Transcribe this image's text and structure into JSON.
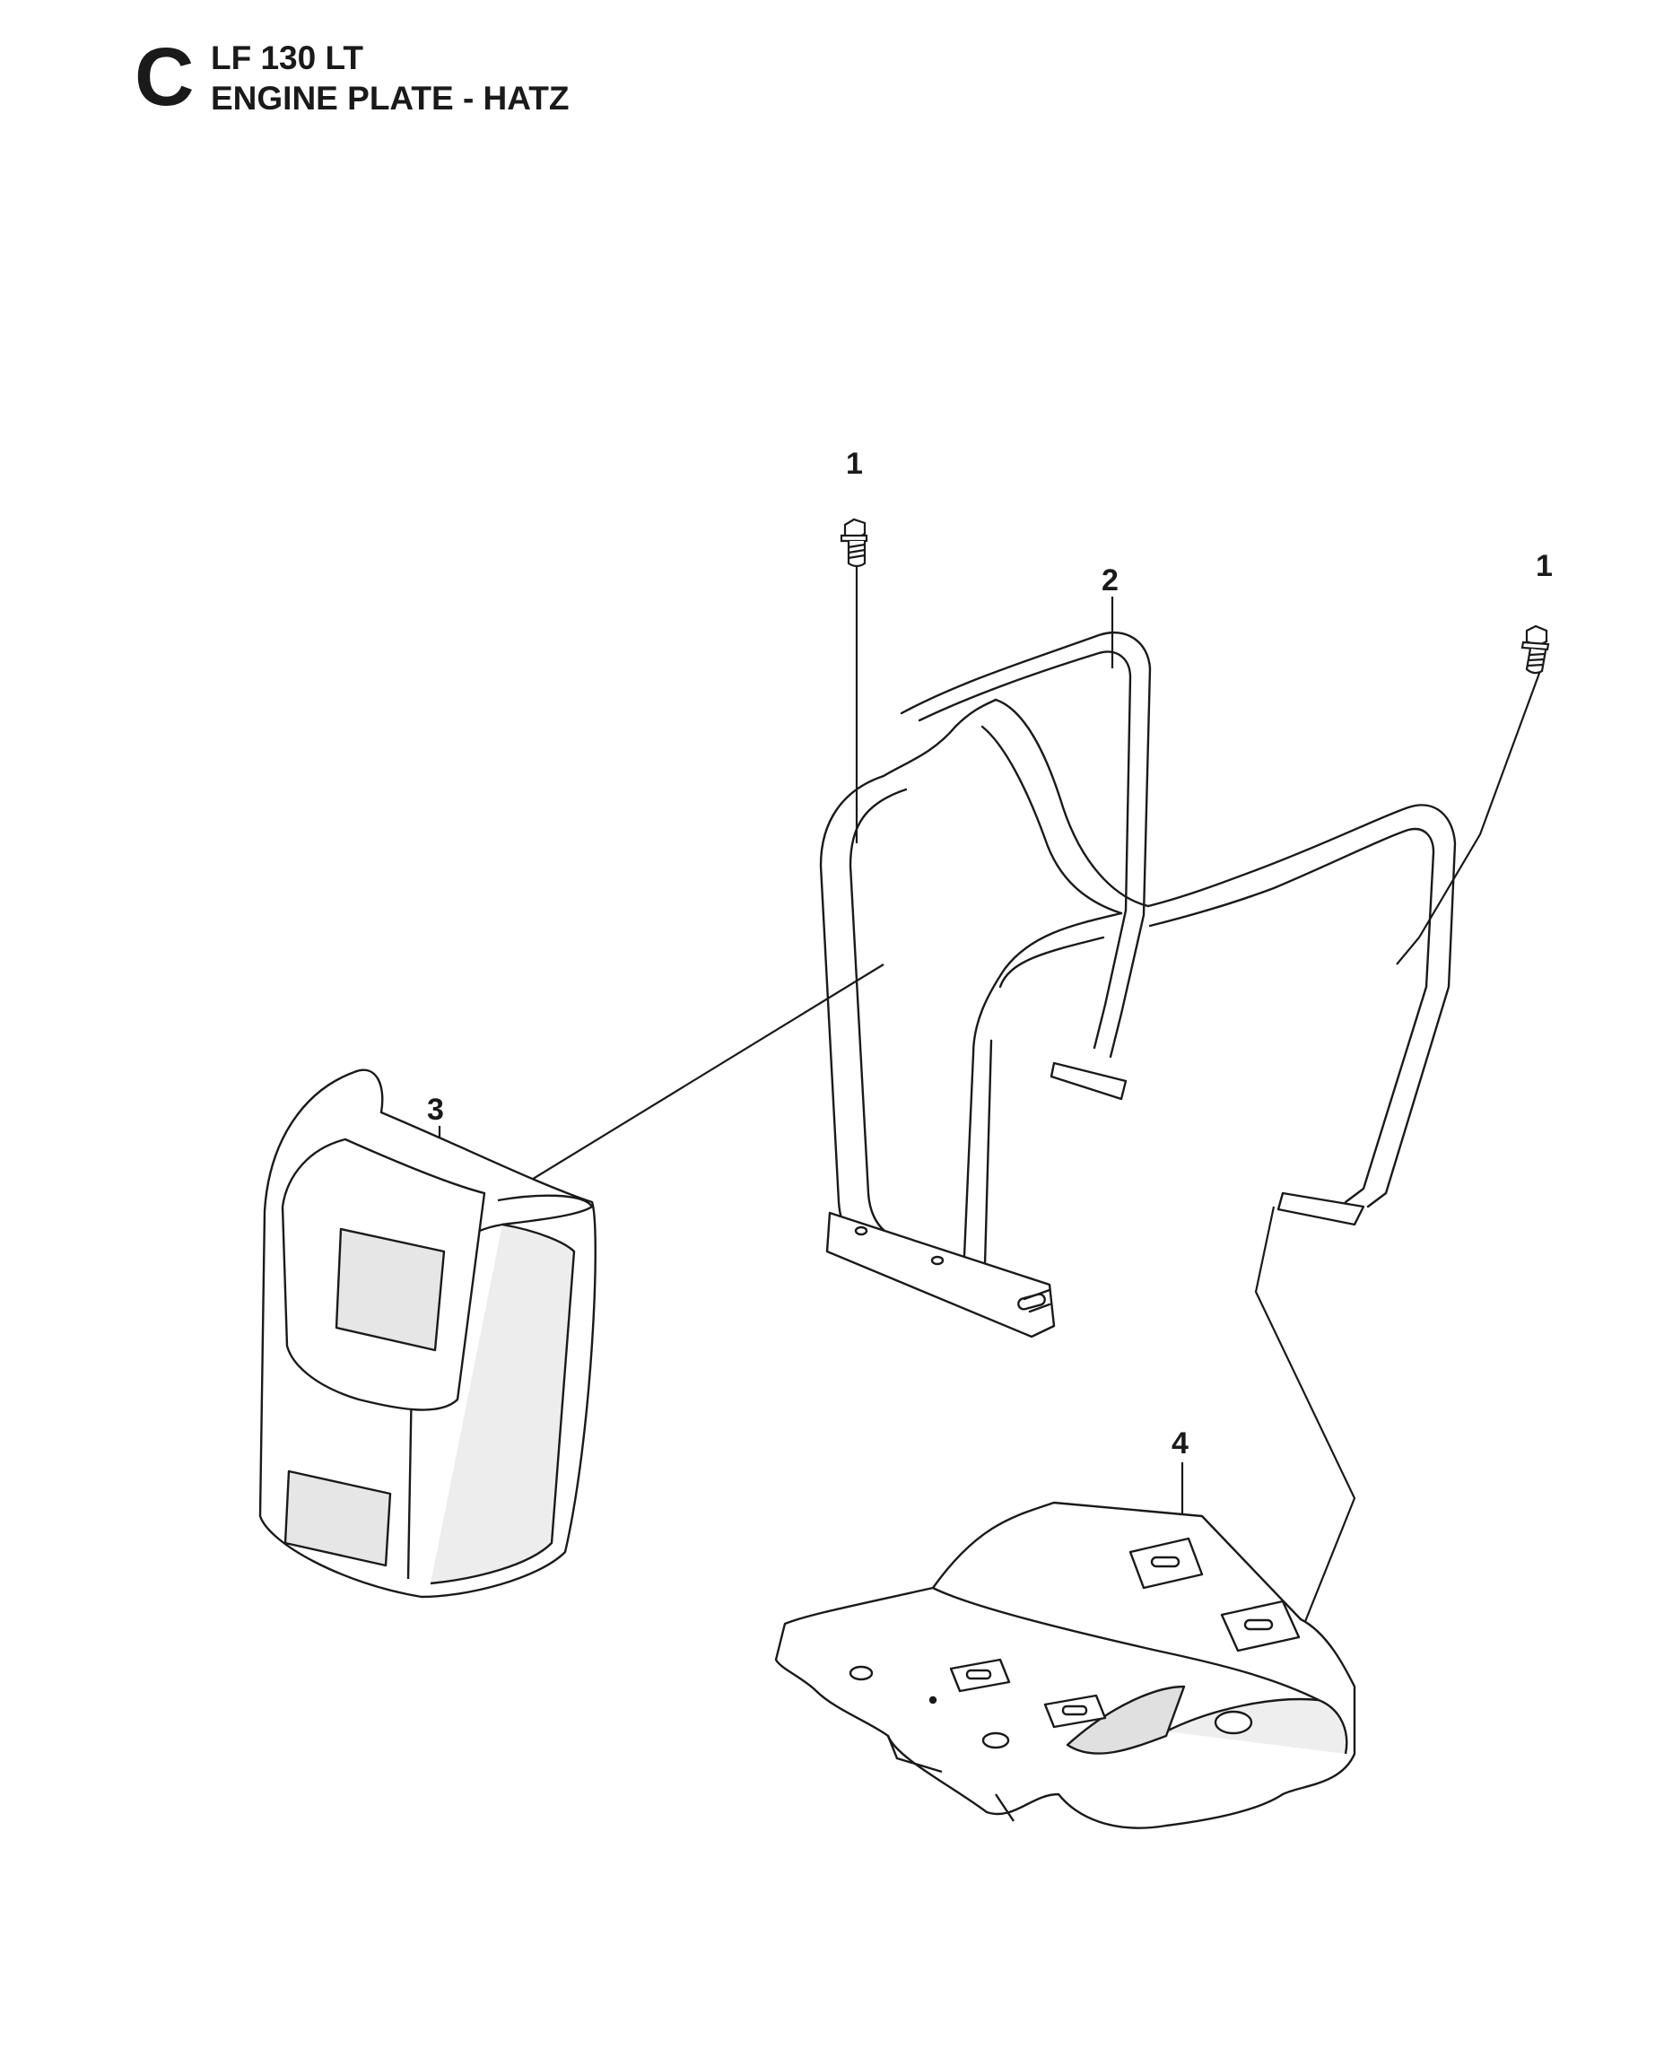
{
  "header": {
    "section_letter": "C",
    "model": "LF 130 LT",
    "title": "ENGINE PLATE - HATZ"
  },
  "callouts": {
    "bolt_left": "1",
    "bolt_right": "1",
    "handle_frame": "2",
    "cover": "3",
    "engine_plate": "4"
  },
  "colors": {
    "line": "#1a1a1a",
    "part_fill": "#ffffff",
    "shade": "#e6e6e6"
  }
}
